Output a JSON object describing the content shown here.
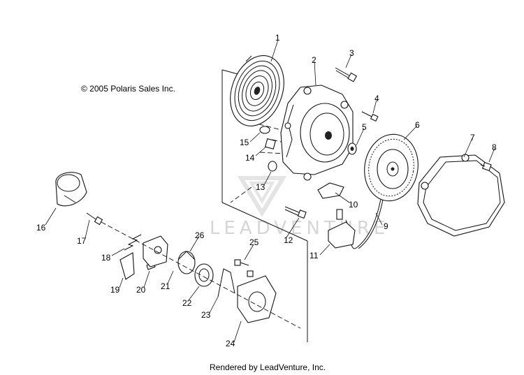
{
  "copyright": "© 2005 Polaris Sales Inc.",
  "footer": "Rendered by LeadVenture, Inc.",
  "watermark": "LEADVENTURE",
  "callouts": [
    "1",
    "2",
    "3",
    "4",
    "5",
    "6",
    "7",
    "8",
    "9",
    "10",
    "11",
    "12",
    "13",
    "14",
    "15",
    "16",
    "17",
    "18",
    "19",
    "20",
    "21",
    "22",
    "23",
    "24",
    "25",
    "26"
  ]
}
